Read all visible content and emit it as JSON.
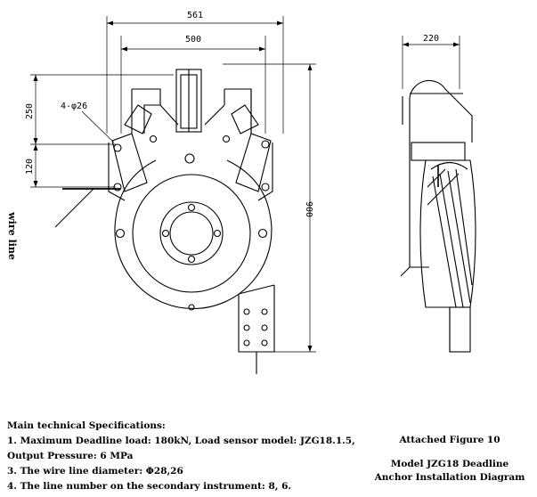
{
  "dimensions": {
    "overall_width": "561",
    "inner_width": "500",
    "side_width": "220",
    "upper_height": "250",
    "mid_height": "120",
    "total_height": "900",
    "holes": "4-φ26"
  },
  "labels": {
    "wire_line": "wire line"
  },
  "specs": {
    "heading": "Main technical Specifications:",
    "line1": "1. Maximum Deadline load: 180kN, Load sensor model: JZG18.1.5,",
    "line2": "Output Pressure:  6 MPa",
    "line3": "3. The wire line diameter:  Φ28,26",
    "line4": "4. The line number on the secondary instrument: 8, 6."
  },
  "caption": {
    "figure": "Attached Figure 10",
    "title1": "Model JZG18 Deadline",
    "title2": "Anchor Installation Diagram"
  }
}
